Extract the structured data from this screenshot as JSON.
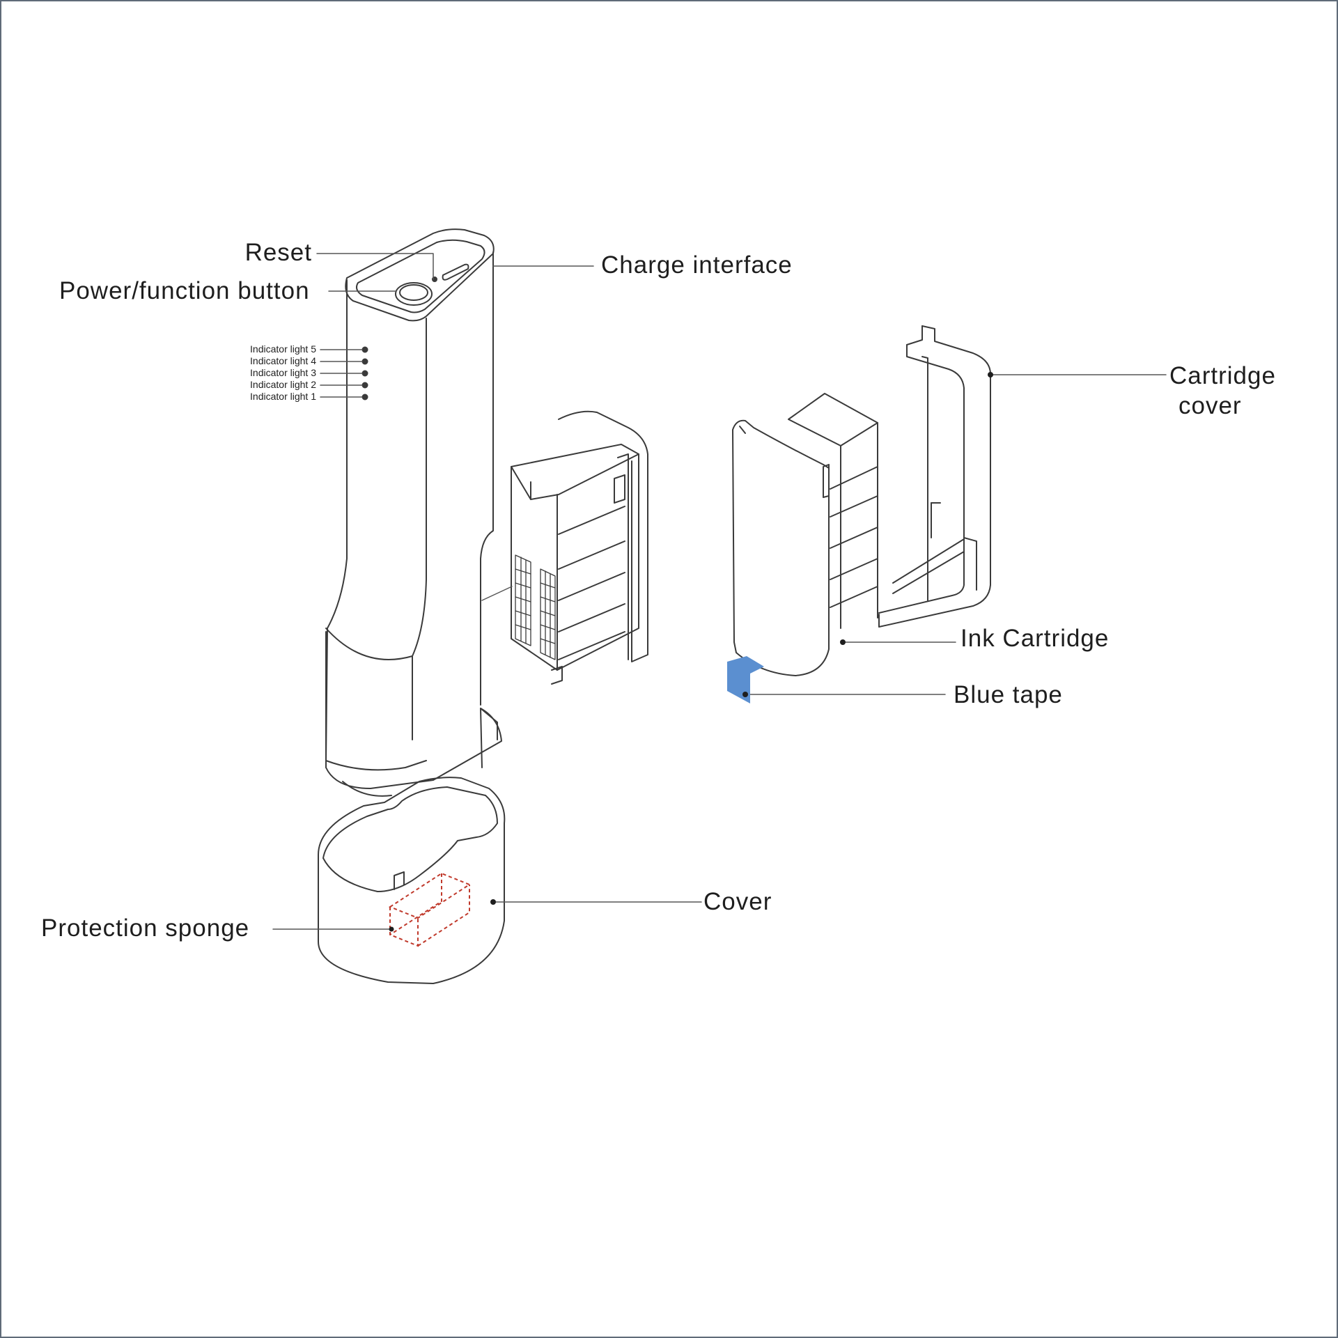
{
  "labels": {
    "reset": "Reset",
    "power_button": "Power/function button",
    "charge_interface": "Charge interface",
    "indicators": [
      "Indicator light 5",
      "Indicator light 4",
      "Indicator light 3",
      "Indicator light 2",
      "Indicator light 1"
    ],
    "cartridge_cover_line1": "Cartridge",
    "cartridge_cover_line2": "cover",
    "ink_cartridge": "Ink Cartridge",
    "blue_tape": "Blue tape",
    "cover": "Cover",
    "protection_sponge": "Protection sponge"
  },
  "colors": {
    "outline": "#3a3a3a",
    "leader": "#555555",
    "blue_tape": "#5b8fd0",
    "sponge_dash": "#c0392b",
    "frame": "#5f6b78"
  }
}
